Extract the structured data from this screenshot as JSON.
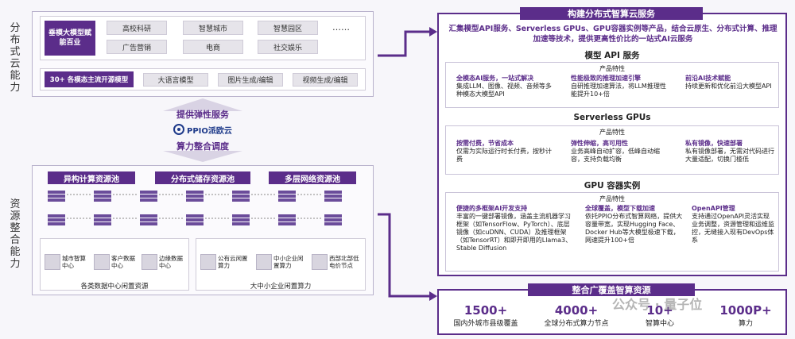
{
  "left": {
    "label_top": "分布式云能力",
    "label_bottom": "资源整合能力",
    "industry_box": "垂模大模型赋能百业",
    "industries": [
      "高校科研",
      "智慧城市",
      "智慧园区",
      "……",
      "广告营销",
      "电商",
      "社交娱乐"
    ],
    "model_box": "30+ 各模态主流开源模型",
    "models": [
      "大语言模型",
      "图片生成/编辑",
      "视频生成/编辑"
    ],
    "elastic": "提供弹性服务",
    "brand": "PPIO派欧云",
    "schedule": "算力整合调度",
    "pools": [
      "异构计算资源池",
      "分布式储存资源池",
      "多层网络资源池"
    ],
    "dc_items": [
      "城市智算中心",
      "客户数据中心",
      "边缘数据中心"
    ],
    "dc_caption": "各类数据中心闲置资源",
    "sme_items": [
      "公有云闲置算力",
      "中小企业闲置算力",
      "西部北部低电价节点"
    ],
    "sme_caption": "大中小企业闲置算力"
  },
  "right": {
    "title": "构建分布式智算云服务",
    "intro": "汇集模型API服务、Serverless GPUs、GPU容器实例等产品，结合云原生、分布式计算、推理加速等技术，提供更高性价比的一站式AI云服务",
    "sections": [
      {
        "title": "模型 API 服务",
        "sub": "产品特性",
        "features": [
          {
            "t": "全模态AI服务，一站式解决",
            "d": "集成LLM、图像、视频、音频等多种模态大模型API"
          },
          {
            "t": "性能极致的推理加速引擎",
            "d": "自研推理加速算法，将LLM推理性能提升10+倍"
          },
          {
            "t": "前沿AI技术赋能",
            "d": "持续更新和优化前沿大模型API"
          }
        ]
      },
      {
        "title": "Serverless GPUs",
        "sub": "产品特性",
        "features": [
          {
            "t": "按需付费，节省成本",
            "d": "仅需为实际运行时长付费，按秒计费"
          },
          {
            "t": "弹性伸缩，高可用性",
            "d": "业务高峰自动扩容，低峰自动缩容，支持负载均衡"
          },
          {
            "t": "私有镜像，快速部署",
            "d": "私有镜像部署，无需对代码进行大量适配，切换门槛低"
          }
        ]
      },
      {
        "title": "GPU 容器实例",
        "sub": "产品特性",
        "features": [
          {
            "t": "便捷的多框架AI开发支持",
            "d": "丰富的一键部署镜像，涵盖主流机器学习框架（如TensorFlow、PyTorch）、底层镜像（如cuDNN、CUDA）及推理框架（如TensorRT）和即开即用的Llama3、Stable Diffusion"
          },
          {
            "t": "全球覆盖，模型下载加速",
            "d": "依托PPIO分布式智算网络，提供大容量带宽，实现Hugging Face、Docker Hub等大模型极速下载，网速提升100+倍"
          },
          {
            "t": "OpenAPI管理",
            "d": "支持通过OpenAPI灵活实现业务调整，资源管理和运维监控，无缝接入现有DevOps体系"
          }
        ]
      }
    ],
    "coverage_title": "整合广覆盖智算资源",
    "stats": [
      {
        "v": "1500+",
        "l": "国内外城市县级覆盖"
      },
      {
        "v": "4000+",
        "l": "全球分布式算力节点"
      },
      {
        "v": "10+",
        "l": "智算中心"
      },
      {
        "v": "1000P+",
        "l": "算力"
      }
    ],
    "watermark": "公众号 · 量子位"
  },
  "colors": {
    "accent": "#5b2d8a",
    "panel_border": "#b9b2cc"
  }
}
